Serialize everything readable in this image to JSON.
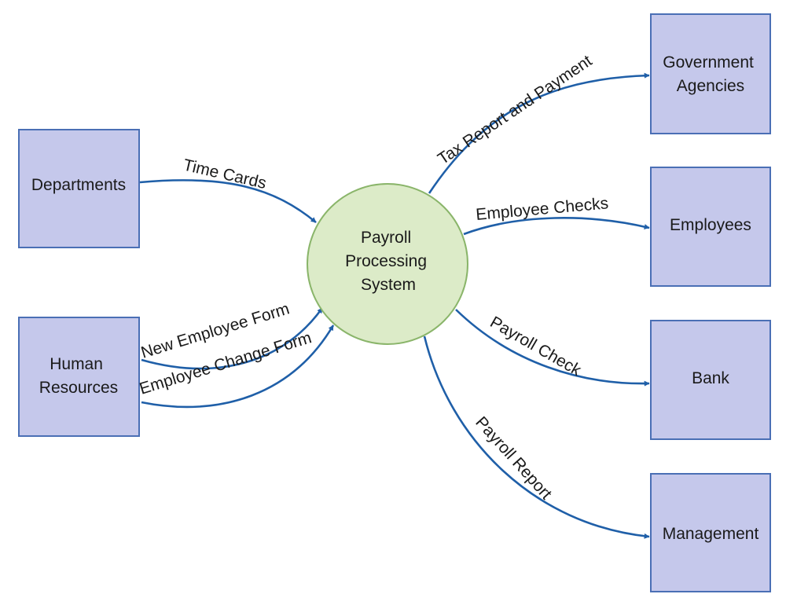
{
  "colors": {
    "entity_fill": "#c5c8eb",
    "entity_stroke": "#4a6fb5",
    "process_fill": "#dcebc8",
    "process_stroke": "#8ab56a",
    "flow": "#1f5fa8",
    "text": "#1a1a1a"
  },
  "process": {
    "name": "payroll-processing-system",
    "lines": [
      "Payroll",
      "Processing",
      "System"
    ]
  },
  "entities": {
    "departments": {
      "lines": [
        "Departments"
      ]
    },
    "human_resources": {
      "lines": [
        "Human",
        "Resources"
      ]
    },
    "government_agencies": {
      "lines": [
        "Government",
        "Agencies"
      ]
    },
    "employees": {
      "lines": [
        "Employees"
      ]
    },
    "bank": {
      "lines": [
        "Bank"
      ]
    },
    "management": {
      "lines": [
        "Management"
      ]
    }
  },
  "flows": {
    "time_cards": "Time Cards",
    "new_employee_form": "New Employee Form",
    "employee_change_form": "Employee Change Form",
    "tax_report_and_payment": "Tax Report and Payment",
    "employee_checks": "Employee Checks",
    "payroll_check": "Payroll Check",
    "payroll_report": "Payroll Report"
  }
}
